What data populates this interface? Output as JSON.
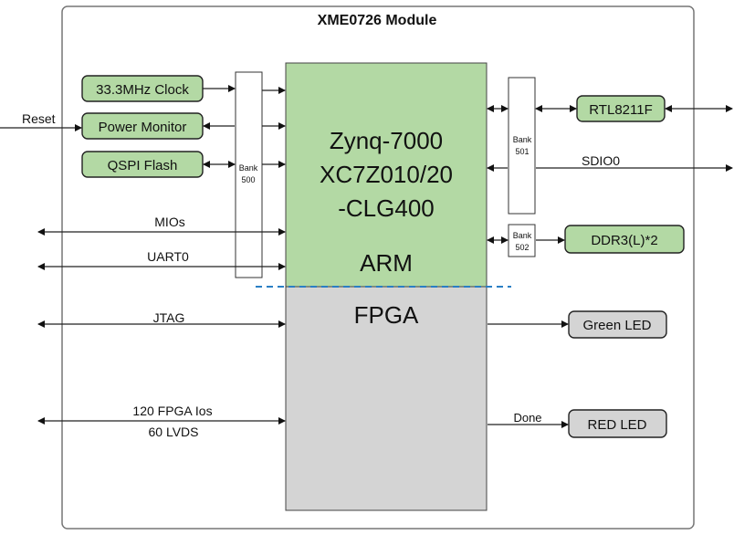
{
  "module": {
    "title": "XME0726 Module"
  },
  "zynq": {
    "line1": "Zynq-7000",
    "line2": "XC7Z010/20",
    "line3": "-CLG400",
    "arm_label": "ARM",
    "fpga_label": "FPGA"
  },
  "banks": {
    "b500": {
      "line1": "Bank",
      "line2": "500"
    },
    "b501": {
      "line1": "Bank",
      "line2": "501"
    },
    "b502": {
      "line1": "Bank",
      "line2": "502"
    }
  },
  "peripherals": {
    "clock": "33.3MHz Clock",
    "power_monitor": "Power Monitor",
    "qspi_flash": "QSPI Flash",
    "rtl8211f": "RTL8211F",
    "ddr3": "DDR3(L)*2",
    "green_led": "Green LED",
    "red_led": "RED LED"
  },
  "signals": {
    "reset": "Reset",
    "mios": "MIOs",
    "uart0": "UART0",
    "jtag": "JTAG",
    "fpga_ios": "120 FPGA Ios",
    "lvds": "60 LVDS",
    "sdio0": "SDIO0",
    "done": "Done"
  },
  "colors": {
    "arm_green": "#b3d9a4",
    "fpga_gray": "#d4d4d4",
    "divider_blue": "#2a7fc4"
  }
}
